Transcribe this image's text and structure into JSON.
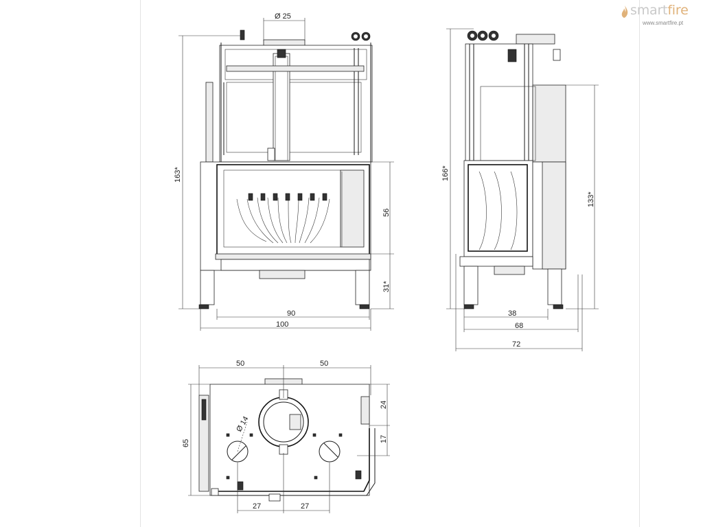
{
  "brand": {
    "name_main": "smart",
    "name_accent": "fire",
    "url": "www.smartfire.pt",
    "accent_color": "#e0b27a",
    "text_color": "#c9c9c9"
  },
  "front_view": {
    "flue_diameter": "Ø 25",
    "height_total": "163*",
    "glass_height": "56",
    "base_height": "31*",
    "width_inner": "90",
    "width_total": "100"
  },
  "side_view": {
    "height_total": "166*",
    "height_body": "133*",
    "depth_front": "38",
    "depth_body": "68",
    "depth_total": "72"
  },
  "top_view": {
    "half_left": "50",
    "half_right": "50",
    "vent_diameter": "Ø 14",
    "depth": "65",
    "offset_top": "24",
    "offset_side": "17",
    "bottom_left": "27",
    "bottom_right": "27"
  }
}
